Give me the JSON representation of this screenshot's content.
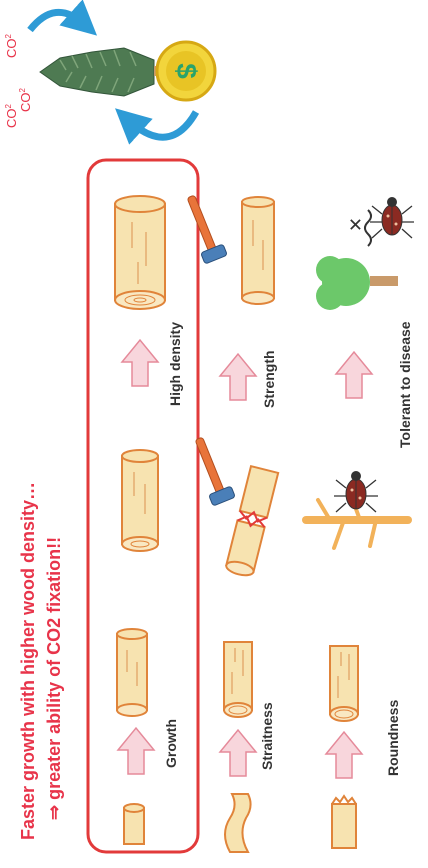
{
  "headline": {
    "line1": "Faster growth with higher wood density…",
    "line2": "⇒ greater ability of CO2 fixation!!"
  },
  "labels": {
    "growth": "Growth",
    "high_density": "High density",
    "straitness": "Straitness",
    "strength": "Strength",
    "roundness": "Roundness",
    "tolerant": "Tolerant to disease"
  },
  "cycle": {
    "co2_label": "CO",
    "co2_sub": "2",
    "coin_symbol": "$"
  },
  "colors": {
    "headline": "#e8344a",
    "highlight_box": "#e23a3a",
    "arrow_fill": "#f8d6dc",
    "arrow_stroke": "#e58a9a",
    "log_fill": "#f7e3b0",
    "log_stroke": "#e0843a",
    "cycle_arrow": "#2e9bd6",
    "coin": "#f2d53c",
    "coin_symbol": "#2aa36b"
  }
}
